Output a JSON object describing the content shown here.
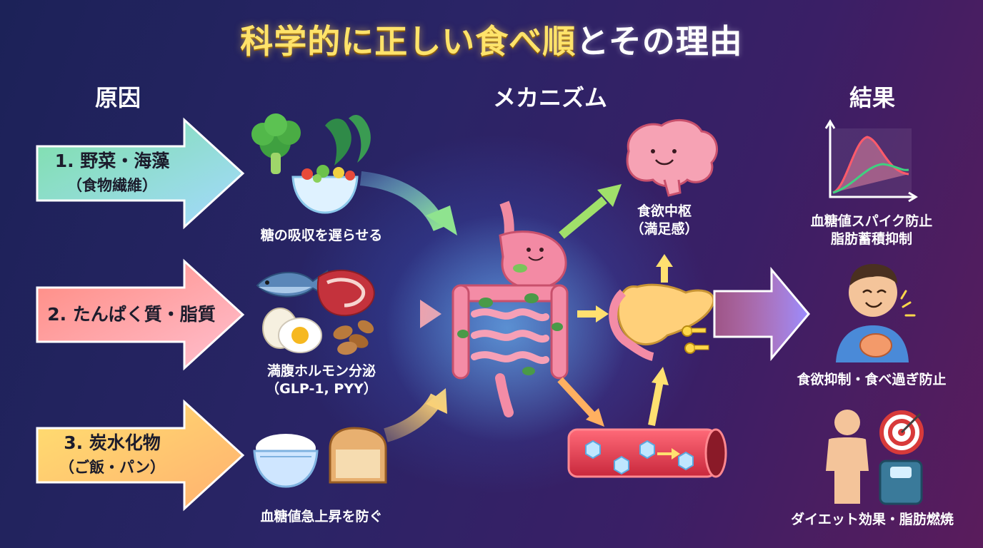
{
  "title": {
    "part1": "科学的に正しい食べ順",
    "part2": "とその理由"
  },
  "headers": {
    "cause": "原因",
    "mechanism": "メカニズム",
    "result": "結果"
  },
  "causes": [
    {
      "label": "1. 野菜・海藻",
      "sub": "（食物繊維）",
      "effect": "糖の吸収を遅らせる"
    },
    {
      "label": "2. たんぱく質・脂質",
      "sub": "",
      "effect": "満腹ホルモン分泌\n（GLP-1, PYY）"
    },
    {
      "label": "3. 炭水化物",
      "sub": "（ご飯・パン）",
      "effect": "血糖値急上昇を防ぐ"
    }
  ],
  "mechanism": {
    "brain": "食欲中枢\n（満足感）"
  },
  "results": [
    {
      "label": "血糖値スパイク防止\n脂肪蓄積抑制",
      "icon": "blood-sugar-chart-icon"
    },
    {
      "label": "食欲抑制・食べ過ぎ防止",
      "icon": "satisfied-person-icon"
    },
    {
      "label": "ダイエット効果・脂肪燃焼",
      "icon": "body-target-scale-icon"
    }
  ],
  "colors": {
    "title_accent": "#ffe36a",
    "arrow1": "#a8e6a0",
    "arrow2": "#ff9a8c",
    "arrow3": "#ffd070"
  }
}
